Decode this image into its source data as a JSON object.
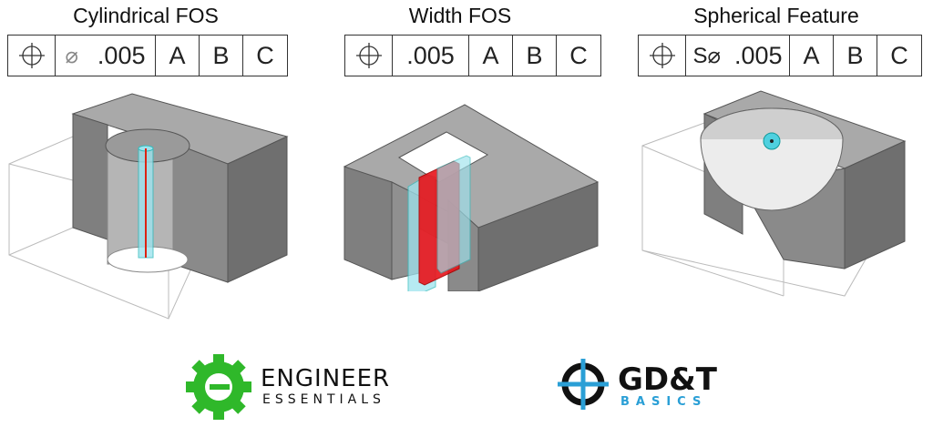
{
  "panels": [
    {
      "title": "Cylindrical FOS",
      "fcf": {
        "modifier": "⌀",
        "tolerance": ".005",
        "datums": [
          "A",
          "B",
          "C"
        ]
      }
    },
    {
      "title": "Width FOS",
      "fcf": {
        "modifier": "",
        "tolerance": ".005",
        "datums": [
          "A",
          "B",
          "C"
        ]
      }
    },
    {
      "title": "Spherical Feature",
      "fcf": {
        "modifier": "S⌀",
        "tolerance": ".005",
        "datums": [
          "A",
          "B",
          "C"
        ]
      }
    }
  ],
  "logos": {
    "engineer": {
      "line1": "ENGINEER",
      "line2": "ESSENTIALS",
      "color": "#2fb82a"
    },
    "gdt": {
      "line1": "GD&T",
      "line2": "BASICS",
      "color": "#2a9fd6"
    }
  },
  "colors": {
    "part_face_top": "#a9a9a9",
    "part_face_side": "#7f7f7f",
    "tolerance_zone": "#9ee3ee",
    "tolerance_zone_red": "#e8141a"
  },
  "icons": {
    "position_symbol": "position-icon",
    "diameter_symbol": "diameter-icon"
  }
}
